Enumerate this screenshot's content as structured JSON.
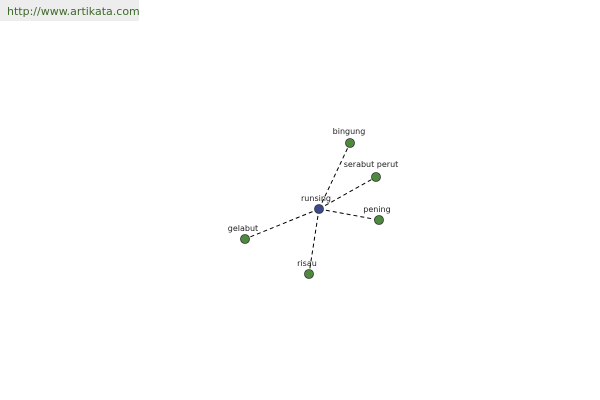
{
  "source_url": "http://www.artikata.com",
  "diagram": {
    "center": {
      "id": "runsing",
      "label": "runsing",
      "color": "#3b4a8c"
    },
    "nodes": [
      {
        "id": "bingung",
        "label": "bingung",
        "color": "#4e8a3e"
      },
      {
        "id": "serabut-perut",
        "label": "serabut perut",
        "color": "#4e8a3e"
      },
      {
        "id": "pening",
        "label": "pening",
        "color": "#4e8a3e"
      },
      {
        "id": "gelabut",
        "label": "gelabut",
        "color": "#4e8a3e"
      },
      {
        "id": "risau",
        "label": "risau",
        "color": "#4e8a3e"
      }
    ]
  }
}
